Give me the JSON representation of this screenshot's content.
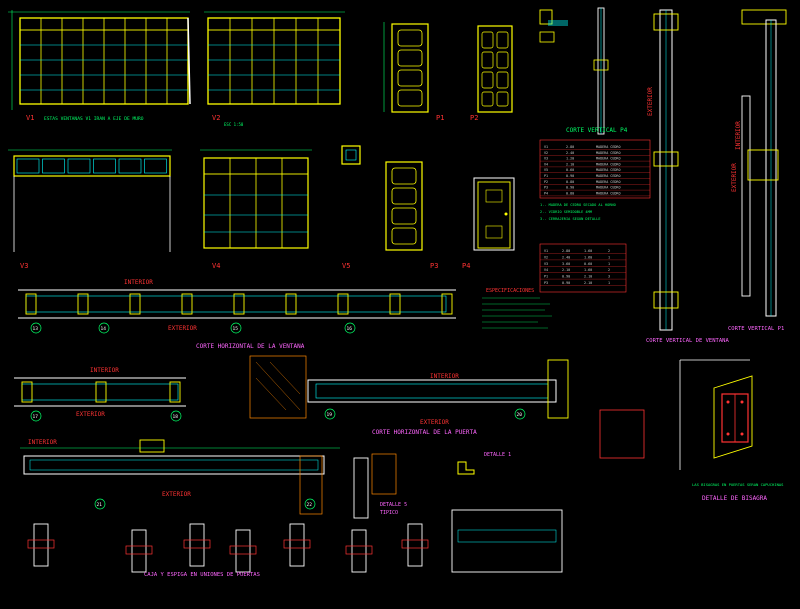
{
  "colors": {
    "background": "#000000",
    "frame": "#ffff00",
    "dimension": "#00ff66",
    "glass": "#00ffff",
    "section": "#ffffff",
    "label": "#ff3333",
    "note": "#ff66ff",
    "hatch": "#ff8800",
    "text": "#cccccc"
  },
  "labels": {
    "v1": "V1",
    "v1_note": "ESTAS VENTANAS V1 IRAN A EJE DE MURO",
    "v2": "V2",
    "v3": "V3",
    "v4": "V4",
    "v5": "V5",
    "p1": "P1",
    "p2": "P2",
    "p3": "P3",
    "p4": "P4",
    "scale": "ESC 1:50",
    "corte_vertical_p4": "CORTE VERTICAL P4",
    "corte_vertical_p1": "CORTE VERTICAL P1",
    "corte_vertical_ventana": "CORTE VERTICAL DE VENTANA",
    "corte_horizontal_ventana": "CORTE HORIZONTAL DE LA VENTANA",
    "corte_horizontal_puerta": "CORTE HORIZONTAL DE LA PUERTA",
    "detalle_bisagra": "DETALLE DE BISAGRA",
    "caja_espiga": "CAJA Y ESPIGA EN UNIONES DE PUERTAS",
    "especificaciones": "ESPECIFICACIONES",
    "detalle_1": "DETALLE 1",
    "detalle_5": "DETALLE 5",
    "tipico": "TIPICO",
    "interior": "INTERIOR",
    "exterior": "EXTERIOR"
  },
  "spec_table": {
    "rows": [
      [
        "V1",
        "2.80",
        "MADERA CEDRO"
      ],
      [
        "V2",
        "2.40",
        "MADERA CEDRO"
      ],
      [
        "V3",
        "1.20",
        "MADERA CEDRO"
      ],
      [
        "V4",
        "2.10",
        "MADERA CEDRO"
      ],
      [
        "V5",
        "0.60",
        "MADERA CEDRO"
      ],
      [
        "P1",
        "0.90",
        "MADERA CEDRO"
      ],
      [
        "P2",
        "0.80",
        "MADERA CEDRO"
      ],
      [
        "P3",
        "0.90",
        "MADERA CEDRO"
      ],
      [
        "P4",
        "0.80",
        "MADERA CEDRO"
      ]
    ]
  },
  "vano_table": {
    "rows": [
      [
        "V1",
        "2.80",
        "1.60",
        "2"
      ],
      [
        "V2",
        "2.40",
        "1.60",
        "1"
      ],
      [
        "V3",
        "3.60",
        "0.60",
        "1"
      ],
      [
        "V4",
        "2.10",
        "1.60",
        "2"
      ],
      [
        "P1",
        "0.90",
        "2.10",
        "3"
      ],
      [
        "P3",
        "0.90",
        "2.10",
        "1"
      ]
    ]
  },
  "notes": {
    "specs_1": "1.- MADERA DE CEDRO SECADO AL HORNO",
    "specs_2": "2.- VIDRIO SEMIDOBLE 4MM",
    "specs_3": "3.- CERRAJERIA SEGUN DETALLE",
    "bisagra_note": "LAS BISAGRAS EN PUERTAS SERAN CAPUCHINAS"
  },
  "detail_numbers": [
    "13",
    "14",
    "15",
    "16",
    "17",
    "18",
    "19",
    "20",
    "21",
    "22"
  ]
}
